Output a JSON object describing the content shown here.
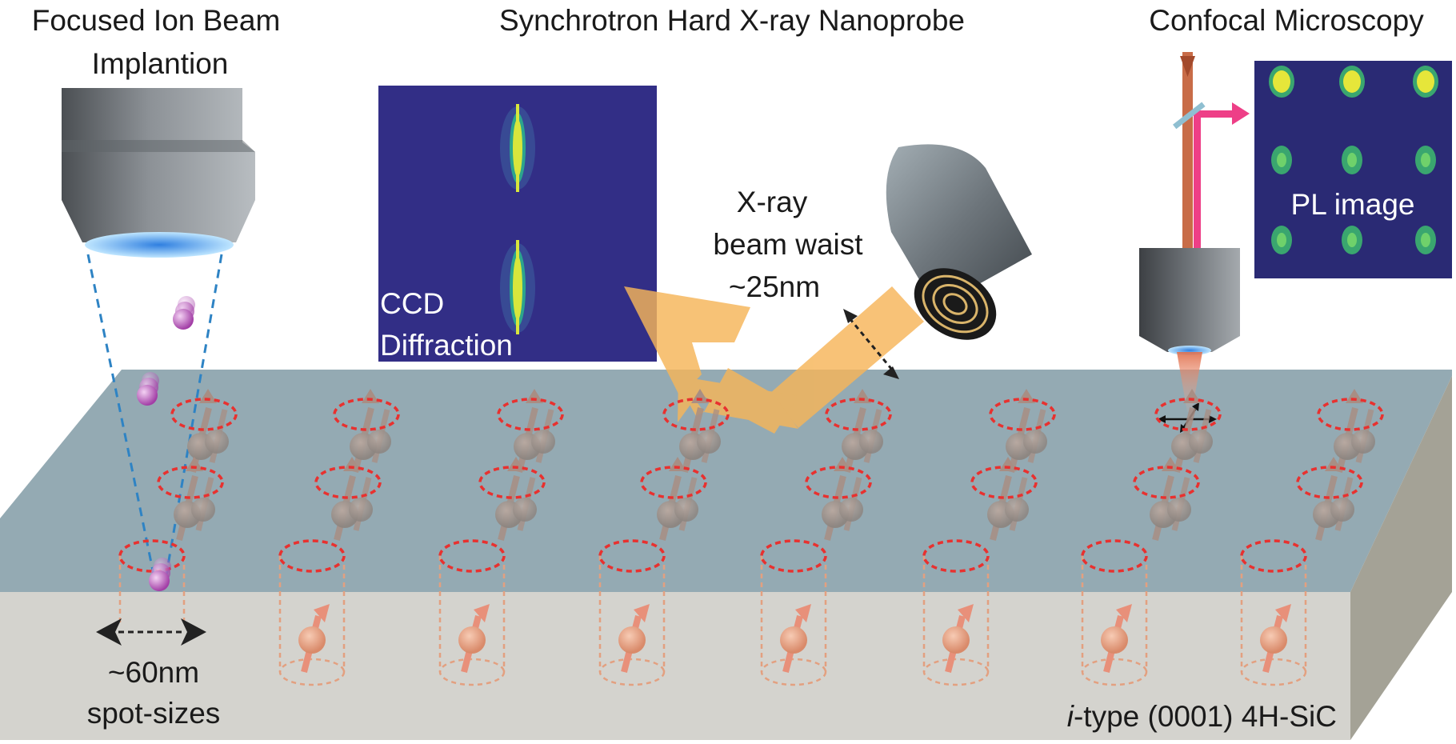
{
  "headings": {
    "fib_line1": "Focused Ion Beam",
    "fib_line2": "Implantion",
    "synchrotron": "Synchrotron Hard X-ray Nanoprobe",
    "confocal": "Confocal Microscopy"
  },
  "xray_label": {
    "line1": "X-ray",
    "line2": "beam waist",
    "line3": "~25nm"
  },
  "ccd_label": {
    "line1": "CCD",
    "line2": "Diffraction"
  },
  "pl_label": "PL image",
  "spot_label": {
    "line1": "~60nm",
    "line2": "spot-sizes"
  },
  "substrate_label": {
    "prefix": "i",
    "rest": "-type (0001) 4H-SiC"
  },
  "colors": {
    "slab_top": "#94aab3",
    "slab_front": "#d4d3ce",
    "slab_side": "#a4a296",
    "xray_beam": "#f6b559",
    "ccd_bg": "#322e86",
    "pl_bg": "#2a2a74",
    "spot_ring": "#e8312f",
    "implant_ion": "#b44fb5",
    "confocal_beam": "#ee3f87"
  }
}
